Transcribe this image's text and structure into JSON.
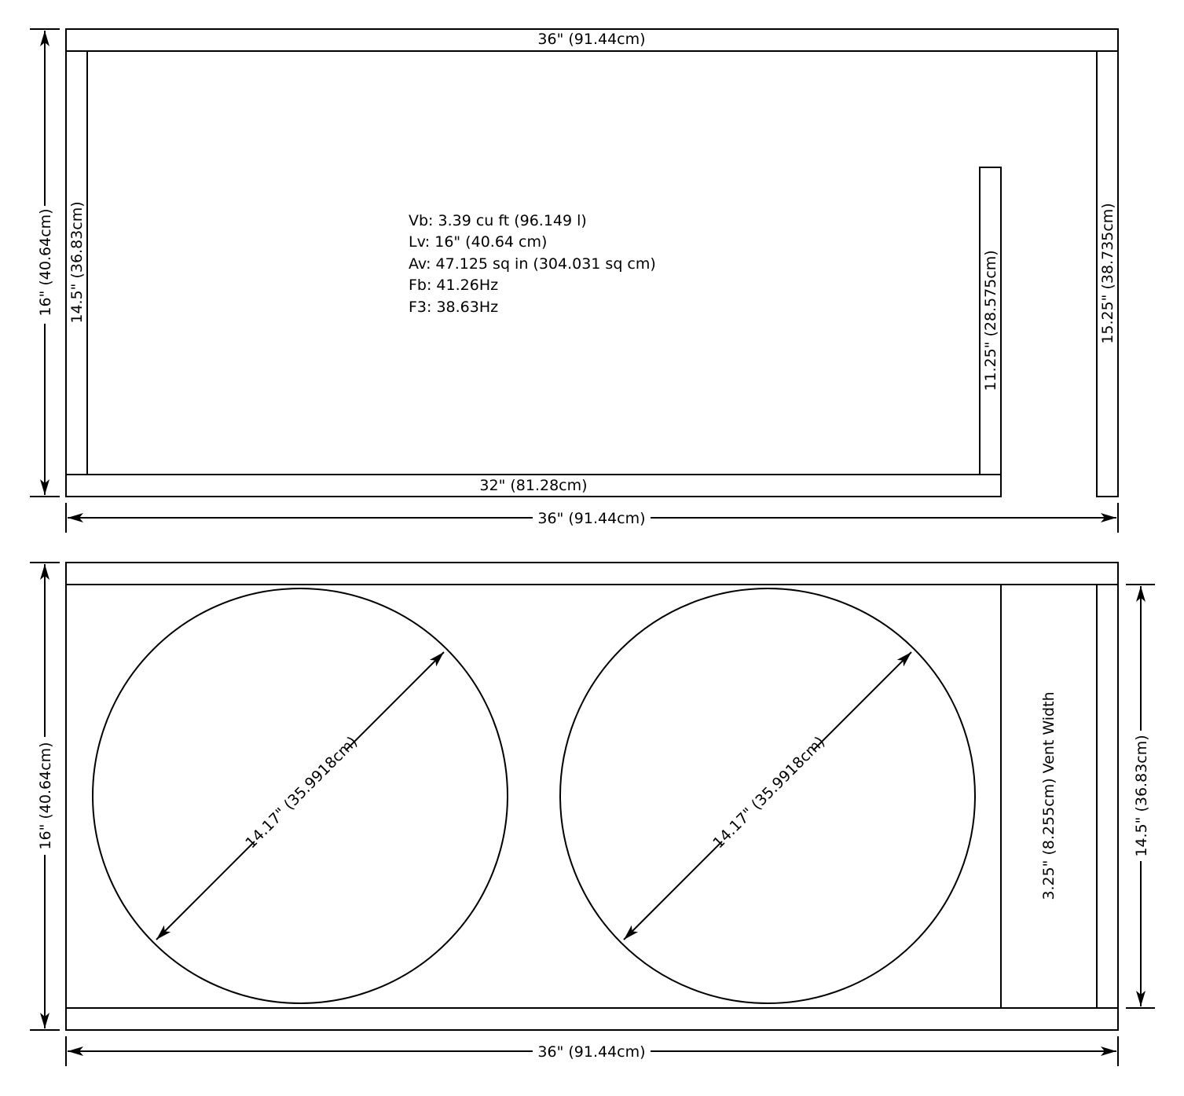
{
  "side_view": {
    "top_panel_label": "36\" (91.44cm)",
    "bottom_panel_label": "32\" (81.28cm)",
    "left_panel_label": "14.5\" (36.83cm)",
    "vent_panel_label": "11.25\" (28.575cm)",
    "right_panel_label": "15.25\" (38.735cm)",
    "height_dim_label": "16\" (40.64cm)",
    "width_dim_label": "36\" (91.44cm)",
    "specs": [
      "Vb: 3.39 cu ft (96.149 l)",
      "Lv: 16\" (40.64 cm)",
      "Av: 47.125 sq in (304.031 sq cm)",
      "Fb: 41.26Hz",
      "F3: 38.63Hz"
    ]
  },
  "front_view": {
    "height_dim_label": "16\" (40.64cm)",
    "inner_height_dim_label": "14.5\" (36.83cm)",
    "width_dim_label": "36\" (91.44cm)",
    "woofer_1_label": "14.17\" (35.9918cm)",
    "woofer_2_label": "14.17\" (35.9918cm)",
    "vent_label": "3.25\" (8.255cm) Vent Width"
  }
}
